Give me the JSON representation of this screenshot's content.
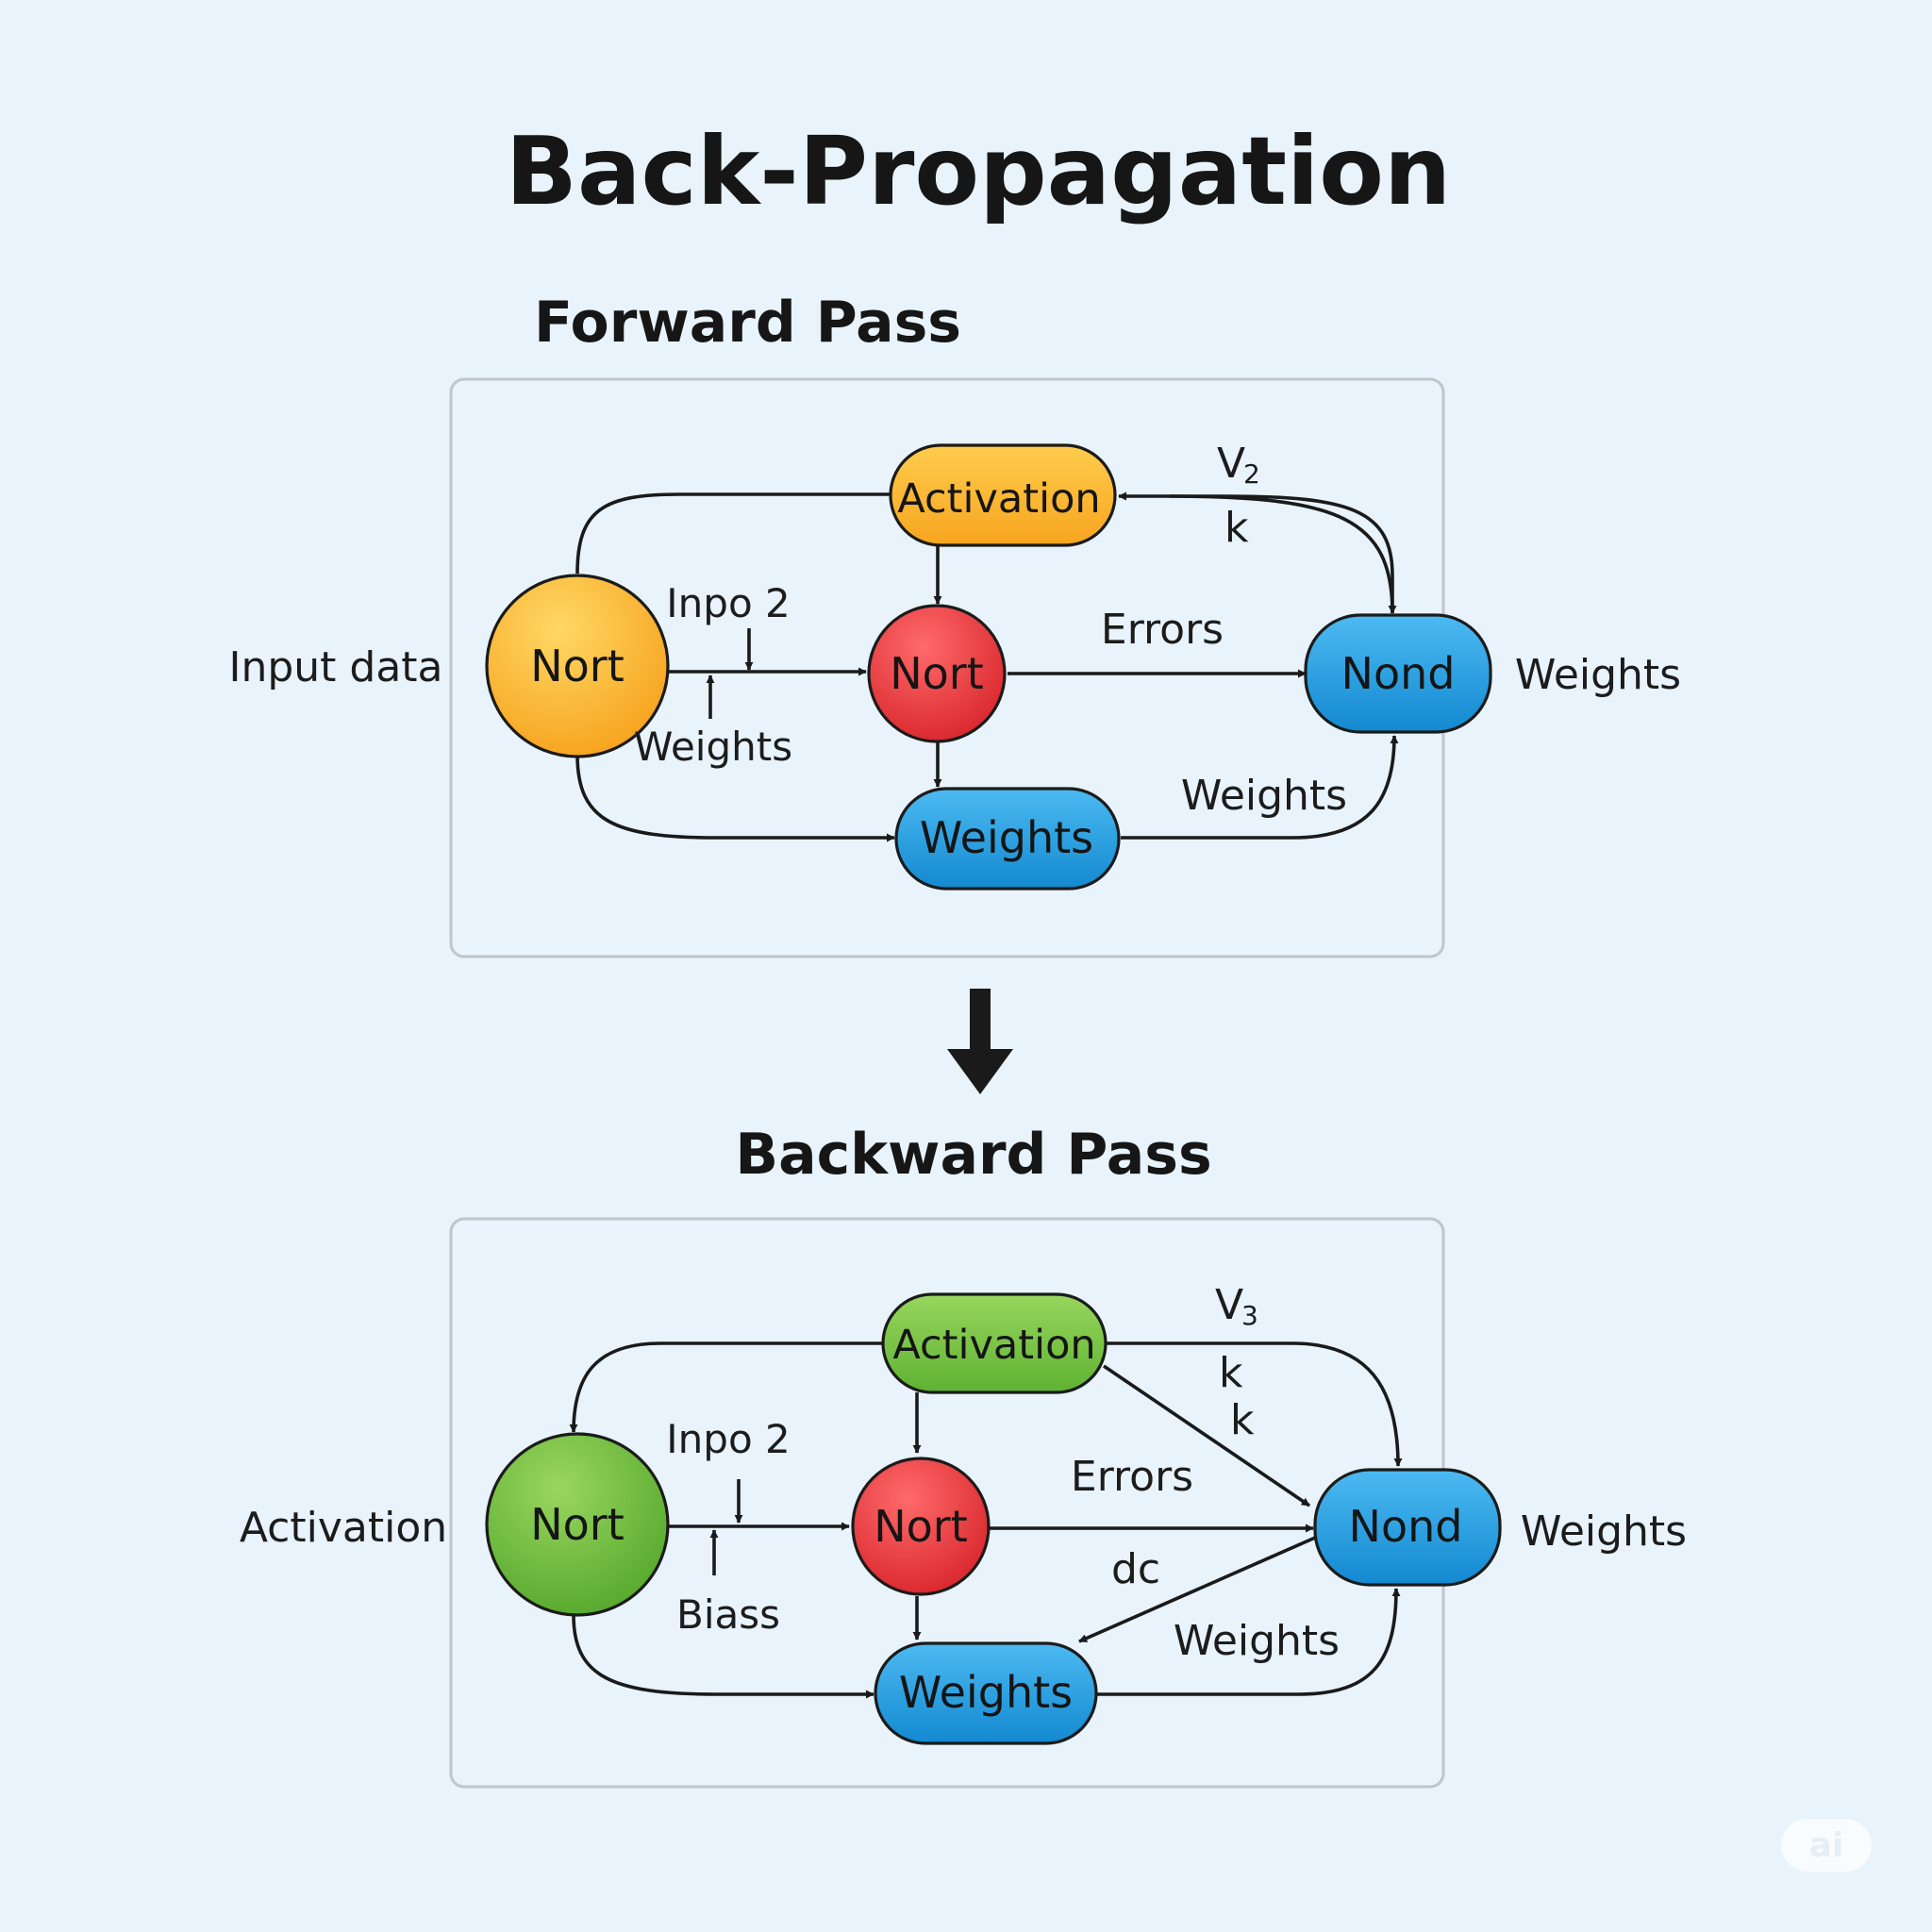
{
  "title": "Back-Propagation",
  "watermark": "ai",
  "colors": {
    "background": "#e8f3fb",
    "orange": "#fbb233",
    "red": "#e8363a",
    "blue": "#1d9fe2",
    "green": "#6ebf3f"
  },
  "forward": {
    "heading": "Forward Pass",
    "side_left": "Input data",
    "side_right": "Weights",
    "nodes": {
      "input_node": "Nort",
      "activation": "Activation",
      "hidden_node": "Nort",
      "output_node": "Nond",
      "weights_node": "Weights"
    },
    "labels": {
      "v_main": "V",
      "v_sub": "2",
      "k1": "k",
      "inpo": "Inpo 2",
      "weights_small": "Weights",
      "errors": "Errors",
      "weights_right": "Weights"
    }
  },
  "backward": {
    "heading": "Backward Pass",
    "side_left": "Activation",
    "side_right": "Weights",
    "nodes": {
      "input_node": "Nort",
      "activation": "Activation",
      "hidden_node": "Nort",
      "output_node": "Nond",
      "weights_node": "Weights"
    },
    "labels": {
      "v_main": "V",
      "v_sub": "3",
      "k1": "k",
      "k2": "k",
      "inpo": "Inpo 2",
      "biass": "Biass",
      "errors": "Errors",
      "dc": "dc",
      "weights_right": "Weights"
    }
  }
}
